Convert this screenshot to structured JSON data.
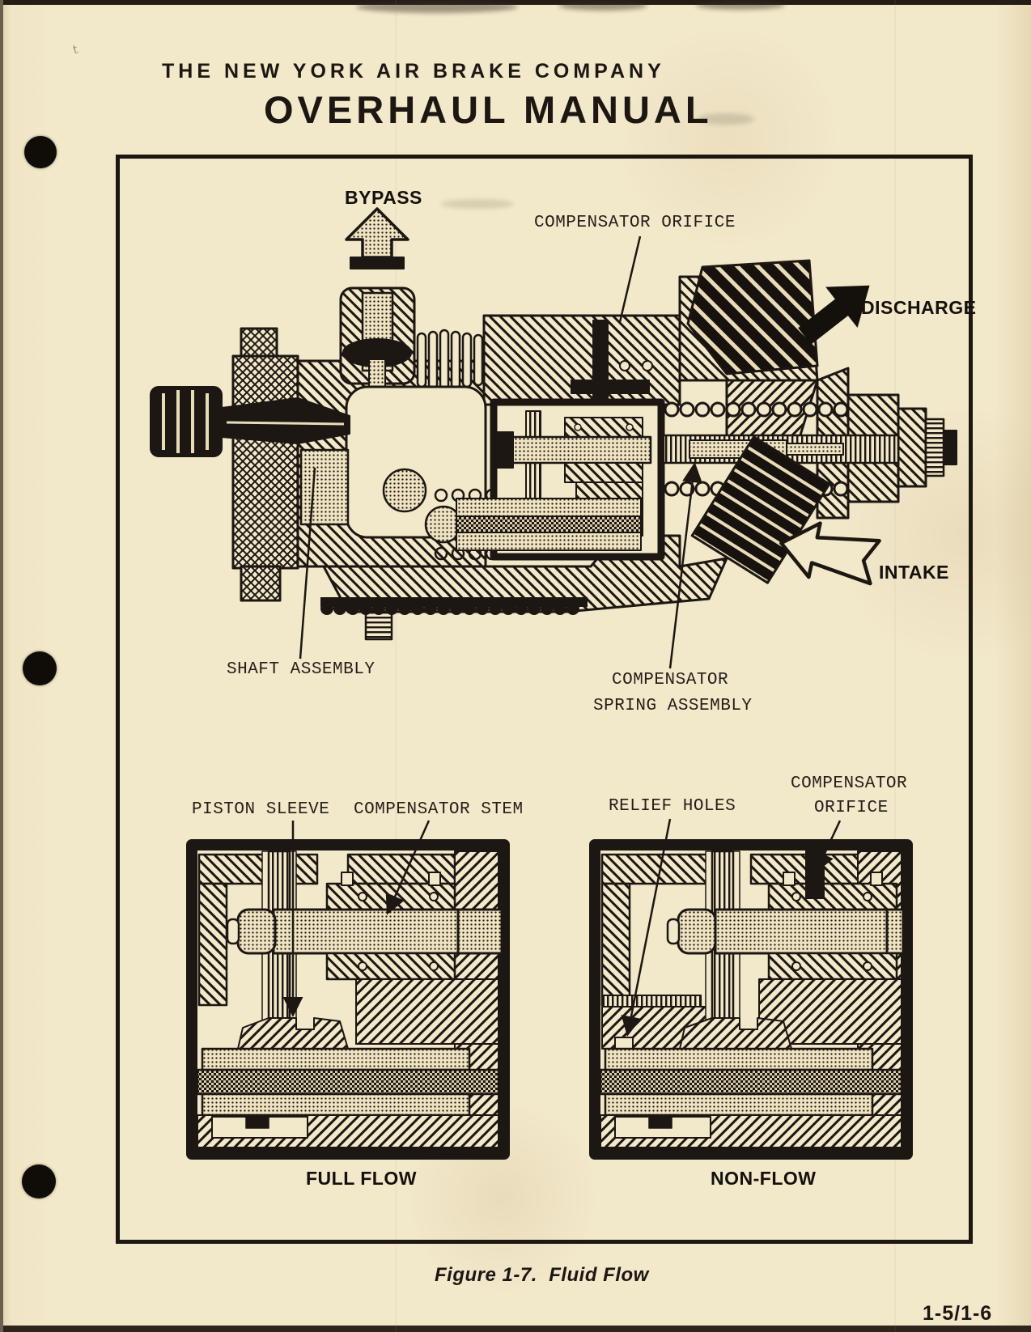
{
  "page": {
    "publisher": "THE NEW YORK AIR BRAKE COMPANY",
    "manual_title": "OVERHAUL MANUAL",
    "figure_caption": "Figure 1-7.  Fluid Flow",
    "page_number": "1-5/1-6",
    "paper_color": "#f2e8ca",
    "ink_color": "#1c1712",
    "pencil_mark": "t"
  },
  "main_view": {
    "labels": {
      "bypass": "BYPASS",
      "compensator_orifice": "COMPENSATOR ORIFICE",
      "discharge": "DISCHARGE",
      "intake": "INTAKE",
      "shaft_assembly": "SHAFT ASSEMBLY",
      "compensator_spring_line1": "COMPENSATOR",
      "compensator_spring_line2": "SPRING ASSEMBLY"
    }
  },
  "detail_views": {
    "left": {
      "caption": "FULL FLOW",
      "labels": {
        "piston_sleeve": "PISTON SLEEVE",
        "compensator_stem": "COMPENSATOR STEM"
      }
    },
    "right": {
      "caption": "NON-FLOW",
      "labels": {
        "relief_holes": "RELIEF HOLES",
        "compensator_orifice_line1": "COMPENSATOR",
        "compensator_orifice_line2": "ORIFICE"
      }
    }
  }
}
